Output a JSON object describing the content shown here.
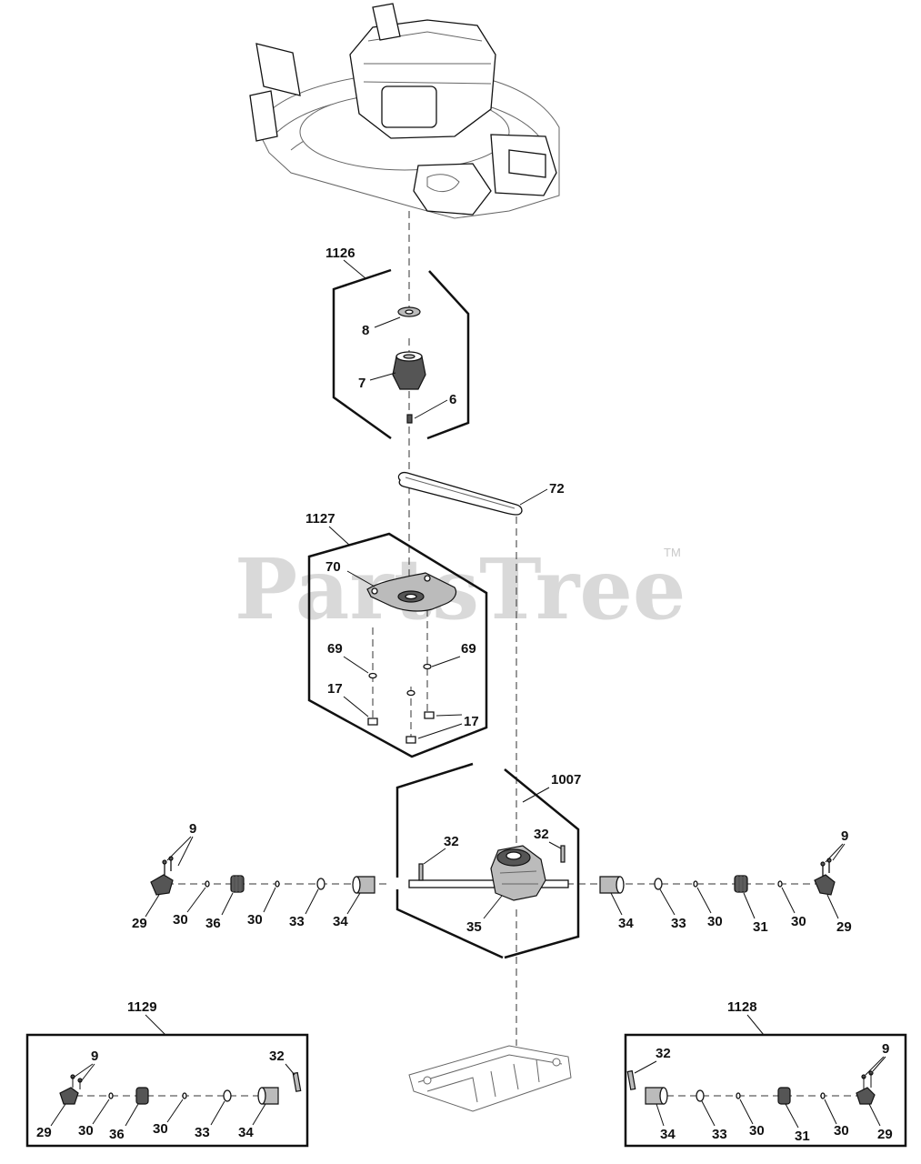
{
  "watermark": {
    "brand": "PartsTree",
    "trademark": "TM"
  },
  "groups": {
    "g1126": "1126",
    "g1127": "1127",
    "g1007": "1007",
    "g1128": "1128",
    "g1129": "1129"
  },
  "labels": {
    "p8": "8",
    "p7": "7",
    "p6": "6",
    "p72": "72",
    "p70": "70",
    "p69a": "69",
    "p69b": "69",
    "p17a": "17",
    "p17b": "17",
    "p9L": "9",
    "p9R": "9",
    "p32L": "32",
    "p32R": "32",
    "p29L": "29",
    "p30L1": "30",
    "p36L": "36",
    "p30L2": "30",
    "p33L": "33",
    "p34L": "34",
    "p35": "35",
    "p34R": "34",
    "p33R": "33",
    "p30R1": "30",
    "p31R": "31",
    "p30R2": "30",
    "p29R": "29",
    "b9L": "9",
    "b32L": "32",
    "b29L": "29",
    "b30L1": "30",
    "b36L": "36",
    "b30L2": "30",
    "b33L": "33",
    "b34L": "34",
    "b32R": "32",
    "b9R": "9",
    "b34R": "34",
    "b33R": "33",
    "b30R1": "30",
    "b31R": "31",
    "b30R2": "30",
    "b29R": "29"
  }
}
